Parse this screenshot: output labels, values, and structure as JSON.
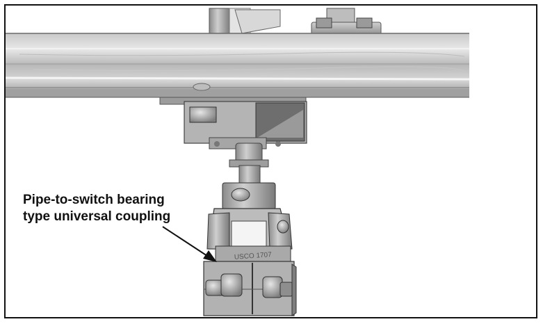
{
  "figure": {
    "callout": {
      "line1": "Pipe-to-switch bearing",
      "line2": "type universal coupling"
    },
    "part_marking": "USCO 1707"
  }
}
